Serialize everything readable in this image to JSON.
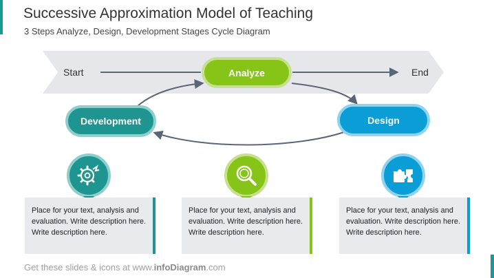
{
  "header": {
    "title": "Successive Approximation Model of Teaching",
    "subtitle": "3 Steps Analyze, Design, Development Stages Cycle Diagram"
  },
  "flow": {
    "start_label": "Start",
    "end_label": "End"
  },
  "stages": {
    "analyze": {
      "label": "Analyze",
      "color": "#86c418"
    },
    "design": {
      "label": "Design",
      "color": "#0b9ed6"
    },
    "development": {
      "label": "Development",
      "color": "#1e9590"
    }
  },
  "cards": [
    {
      "icon": "gear-icon",
      "text": "Place for your text, analysis and evaluation. Write description here. Write description here."
    },
    {
      "icon": "magnifier-icon",
      "text": "Place for your text, analysis and evaluation. Write description here. Write description here."
    },
    {
      "icon": "puzzle-icon",
      "text": "Place for your text, analysis and evaluation. Write description here. Write description here."
    }
  ],
  "footer": {
    "prefix": "Get these slides & icons at www.",
    "brand": "infoDiagram",
    "suffix": ".com"
  }
}
